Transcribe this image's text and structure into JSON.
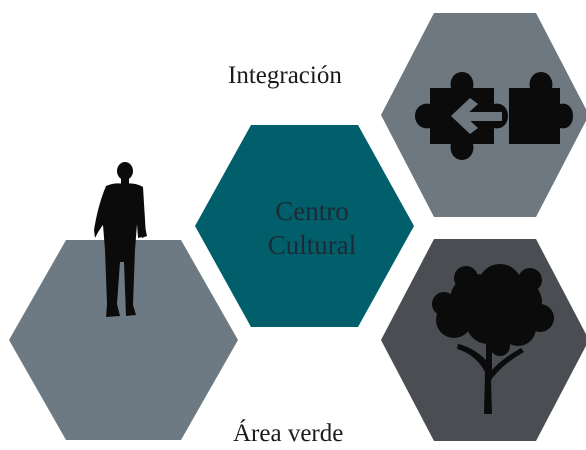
{
  "labels": {
    "top_right": "Integración",
    "center_line1": "Centro",
    "center_line2": "Cultural",
    "bottom": "Área verde"
  },
  "colors": {
    "hex_person": "#6e7a83",
    "hex_center": "#005f6b",
    "hex_integration": "#6d7880",
    "hex_green_area": "#4a4e52",
    "silhouette": "#0b0b0b",
    "background": "#ffffff"
  },
  "icons": [
    "person-silhouette-icon",
    "puzzle-pieces-icon",
    "arrow-left-icon",
    "tree-icon"
  ]
}
